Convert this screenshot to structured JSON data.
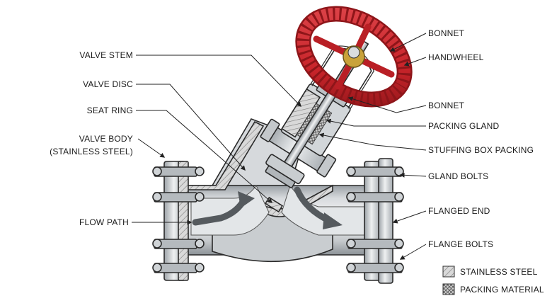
{
  "labels": {
    "bonnet_top": "BONNET",
    "handwheel": "HANDWHEEL",
    "bonnet": "BONNET",
    "packing_gland": "PACKING GLAND",
    "stuffing_box_packing": "STUFFING BOX PACKING",
    "gland_bolts": "GLAND BOLTS",
    "flanged_end": "FLANGED END",
    "flange_bolts": "FLANGE BOLTS",
    "valve_stem": "VALVE STEM",
    "valve_disc": "VALVE DISC",
    "seat_ring": "SEAT RING",
    "valve_body_line1": "VALVE BODY",
    "valve_body_line2": "(STAINLESS STEEL)",
    "flow_path": "FLOW PATH"
  },
  "legend": {
    "stainless_steel": "STAINLESS STEEL",
    "packing_material": "PACKING MATERIAL"
  },
  "colors": {
    "handwheel": "#c8242a",
    "handwheel_dark": "#8e1519",
    "brass_nut": "#c9a23a",
    "steel_light": "#e8eaec",
    "steel_mid": "#c3c7cb",
    "steel_dark": "#8e9499",
    "arrow": "#555a5e"
  }
}
